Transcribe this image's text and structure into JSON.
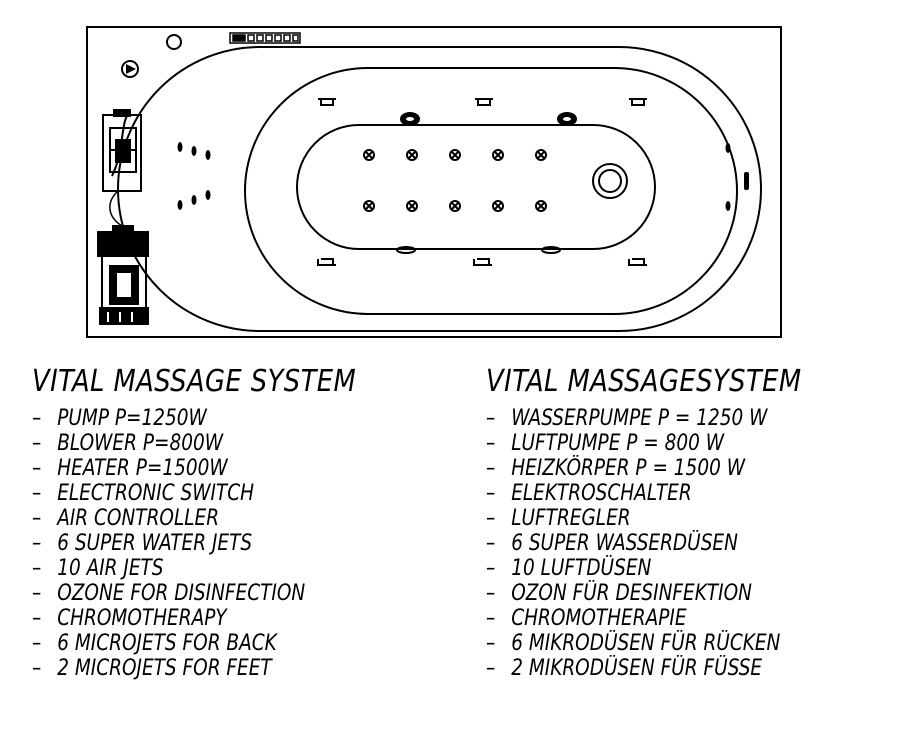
{
  "english": {
    "heading": "VITAL MASSAGE SYSTEM",
    "items": [
      "PUMP P=1250W",
      "BLOWER P=800W",
      "HEATER P=1500W",
      "ELECTRONIC SWITCH",
      "AIR CONTROLLER",
      "6 SUPER WATER JETS",
      "10 AIR JETS",
      "OZONE FOR DISINFECTION",
      "CHROMOTHERAPY",
      "6 MICROJETS FOR BACK",
      "2 MICROJETS FOR FEET"
    ]
  },
  "german": {
    "heading": "VITAL MASSAGESYSTEM",
    "items": [
      "WASSERPUMPE P = 1250 W",
      "LUFTPUMPE P = 800 W",
      "HEIZKÖRPER P = 1500 W",
      "ELEKTROSCHALTER",
      "LUFTREGLER",
      "6 SUPER WASSERDÜSEN",
      "10 LUFTDÜSEN",
      "OZON FÜR DESINFEKTION",
      "CHROMOTHERAPIE",
      "6 MIKRODÜSEN FÜR RÜCKEN",
      "2 MIKRODÜSEN FÜR FÜSSE"
    ]
  },
  "dash": "–"
}
